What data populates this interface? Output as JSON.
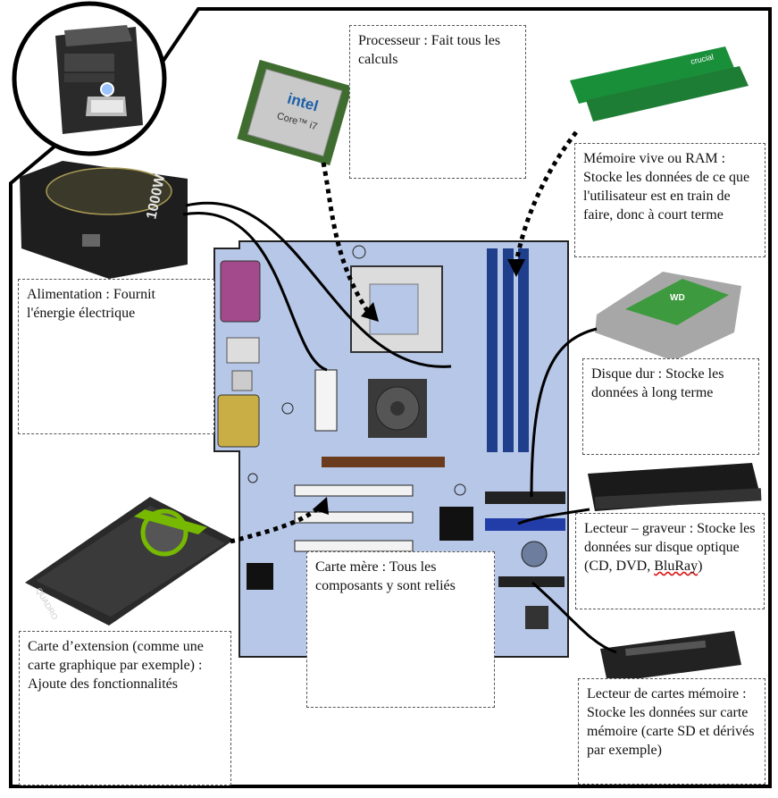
{
  "labels": {
    "processeur": "Processeur : Fait tous les calculs",
    "ram": "Mémoire vive ou RAM : Stocke les données de ce que l'utilisateur est en train de faire, donc à court terme",
    "alimentation": "Alimentation : Fournit l'énergie électrique",
    "disque_dur": "Disque dur : Stocke les données à long terme",
    "lecteur_graveur_prefix": "Lecteur – graveur : Stocke les données sur disque optique (CD, DVD, ",
    "lecteur_graveur_wavy": "BluRay",
    "lecteur_graveur_suffix": ")",
    "carte_mere": "Carte mère : Tous les composants y sont reliés",
    "carte_extension": "Carte d’extension (comme une carte graphique par exemple) : Ajoute des fonctionnalités",
    "lecteur_cartes": "Lecteur de cartes mémoire : Stocke les données sur carte mémoire (carte SD et dérivés par exemple)"
  },
  "chips": {
    "cpu_brand": "intel",
    "cpu_model": "Core™ i7",
    "psu_model": "1000W",
    "gpu_brand": "QUADRO",
    "ram_brand": "crucial",
    "hdd_brand": "WD"
  },
  "colors": {
    "board": "#b7c7e7",
    "board_border": "#222222",
    "ram_slot": "#1f3f8c",
    "ide_slot": "#233da8",
    "gpu_accent": "#76b900"
  }
}
